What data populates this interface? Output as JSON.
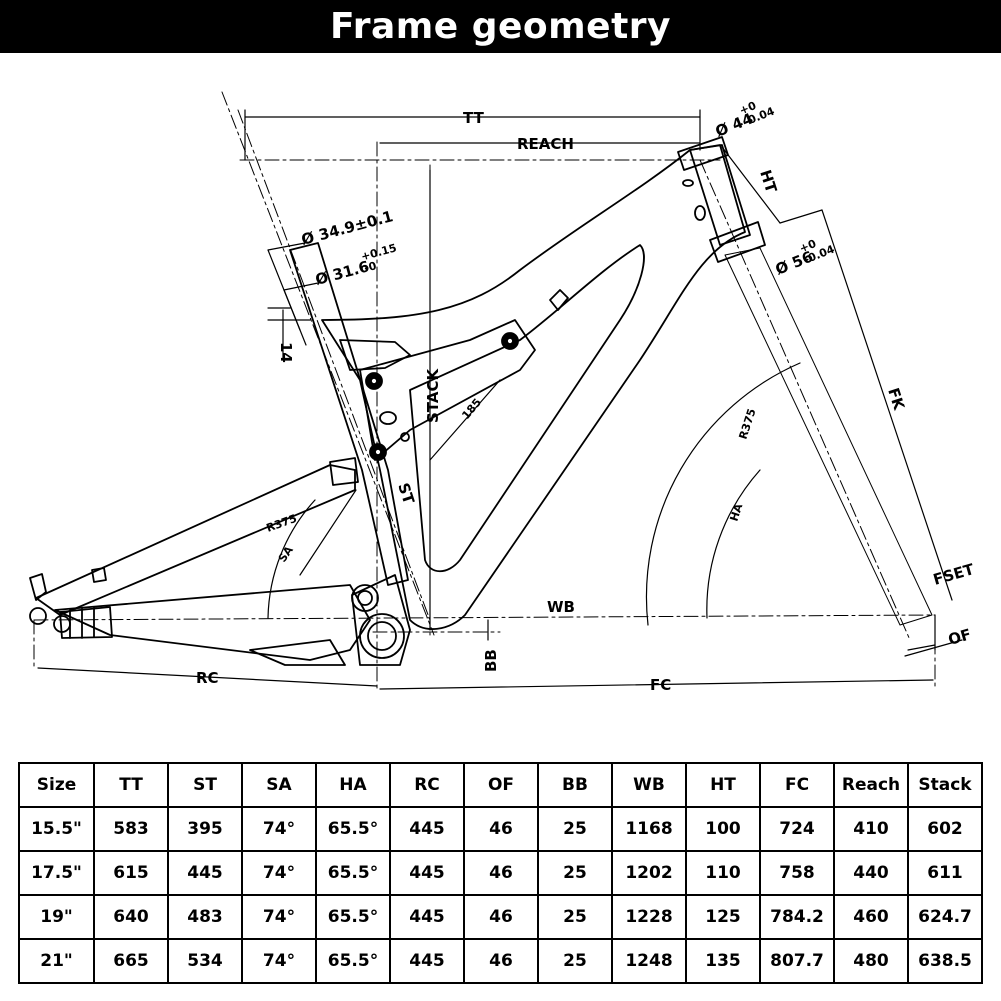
{
  "header": {
    "title": "Frame geometry"
  },
  "diagram": {
    "labels": {
      "tt": "TT",
      "reach": "REACH",
      "stack": "STACK",
      "ht": "HT",
      "fk": "FK",
      "fset": "FSET",
      "of": "OF",
      "wb": "WB",
      "fc": "FC",
      "rc": "RC",
      "bb": "BB",
      "st": "ST",
      "sa": "SA",
      "ha": "HA",
      "r375_rear": "R375",
      "r375_front": "R375",
      "shock": "185",
      "seatpost_len": "14",
      "dia_349": "Ø 34.9±0.1",
      "dia_316": "Ø 31.6",
      "dia_316_tol_top": "+0.15",
      "dia_316_tol_bot": "-0",
      "dia_44": "Ø 44",
      "dia_44_tol_top": "+0",
      "dia_44_tol_bot": "-0.04",
      "dia_56": "Ø 56",
      "dia_56_tol_top": "+0",
      "dia_56_tol_bot": "-0.04"
    }
  },
  "table": {
    "headers": [
      "Size",
      "TT",
      "ST",
      "SA",
      "HA",
      "RC",
      "OF",
      "BB",
      "WB",
      "HT",
      "FC",
      "Reach",
      "Stack"
    ],
    "rows": [
      [
        "15.5\"",
        "583",
        "395",
        "74°",
        "65.5°",
        "445",
        "46",
        "25",
        "1168",
        "100",
        "724",
        "410",
        "602"
      ],
      [
        "17.5\"",
        "615",
        "445",
        "74°",
        "65.5°",
        "445",
        "46",
        "25",
        "1202",
        "110",
        "758",
        "440",
        "611"
      ],
      [
        "19\"",
        "640",
        "483",
        "74°",
        "65.5°",
        "445",
        "46",
        "25",
        "1228",
        "125",
        "784.2",
        "460",
        "624.7"
      ],
      [
        "21\"",
        "665",
        "534",
        "74°",
        "65.5°",
        "445",
        "46",
        "25",
        "1248",
        "135",
        "807.7",
        "480",
        "638.5"
      ]
    ]
  }
}
